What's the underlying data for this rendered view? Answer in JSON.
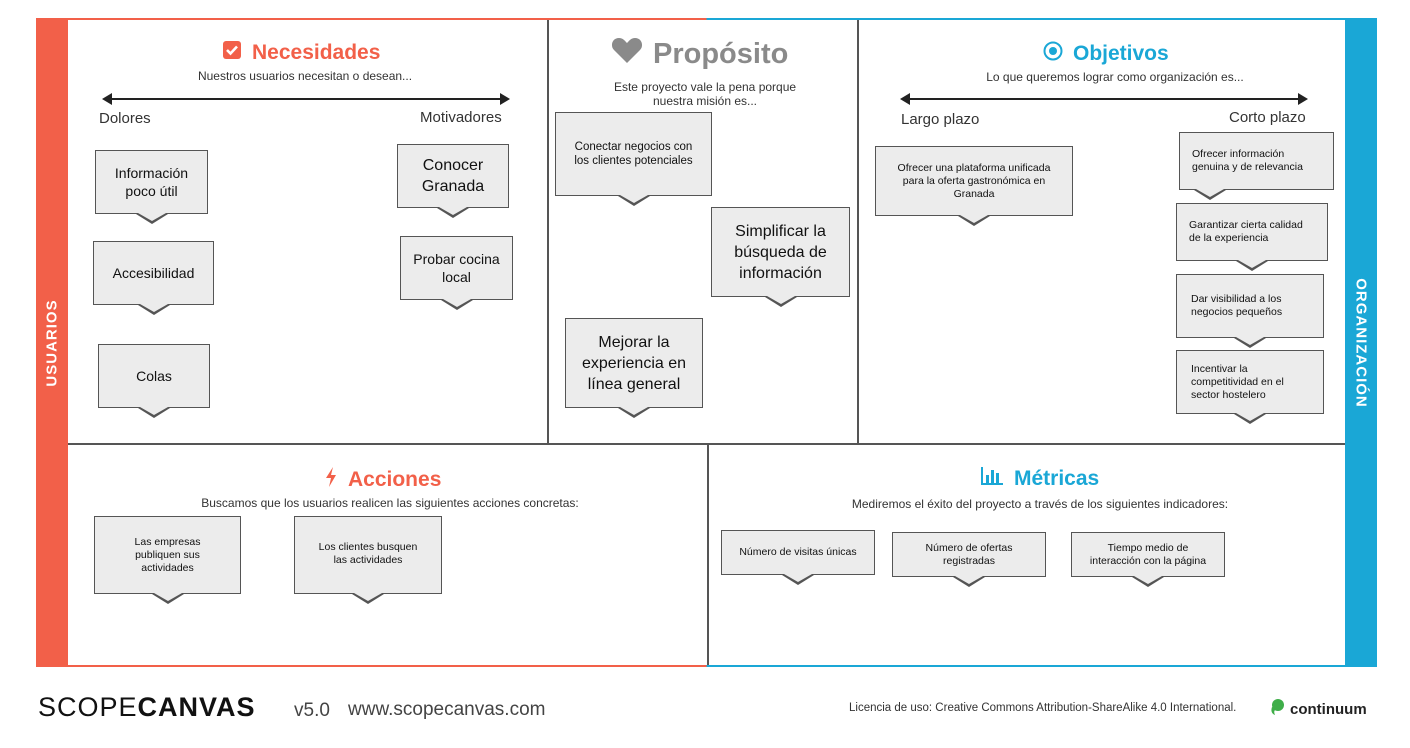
{
  "colors": {
    "usuarios": "#f26049",
    "organizacion": "#1aa7d6",
    "grey_heading": "#8a8a8a"
  },
  "side": {
    "left_label": "USUARIOS",
    "right_label": "ORGANIZACIÓN"
  },
  "necesidades": {
    "icon": "checkbox-icon",
    "title": "Necesidades",
    "subtitle": "Nuestros usuarios necesitan o desean...",
    "left_axis": "Dolores",
    "right_axis": "Motivadores",
    "notes": [
      "Información poco útil",
      "Accesibilidad",
      "Colas",
      "Conocer Granada",
      "Probar cocina local"
    ]
  },
  "proposito": {
    "icon": "heart-icon",
    "title": "Propósito",
    "subtitle_line1": "Este proyecto vale la pena porque",
    "subtitle_line2": "nuestra misión es...",
    "notes": [
      "Conectar negocios con los clientes potenciales",
      "Simplificar la búsqueda de información",
      "Mejorar la experiencia en línea general"
    ]
  },
  "objetivos": {
    "icon": "target-icon",
    "title": "Objetivos",
    "subtitle": "Lo que queremos lograr como organización es...",
    "left_axis": "Largo plazo",
    "right_axis": "Corto plazo",
    "notes": [
      "Ofrecer una plataforma unificada para la oferta gastronómica en Granada",
      "Ofrecer información genuina y de relevancia",
      "Garantizar cierta calidad de la experiencia",
      "Dar visibilidad a los negocios pequeños",
      "Incentivar la competitividad en el sector hostelero"
    ]
  },
  "acciones": {
    "icon": "lightning-icon",
    "title": "Acciones",
    "subtitle": "Buscamos que los usuarios realicen las siguientes acciones concretas:",
    "notes": [
      "Las empresas publiquen sus actividades",
      "Los clientes busquen las actividades"
    ]
  },
  "metricas": {
    "icon": "bar-chart-icon",
    "title": "Métricas",
    "subtitle": "Mediremos el éxito del proyecto a través de los siguientes indicadores:",
    "notes": [
      "Número de visitas únicas",
      "Número de ofertas registradas",
      "Tiempo medio de interacción con la página"
    ]
  },
  "footer": {
    "brand_light": "SCOPE",
    "brand_bold": "CANVAS",
    "version": "v5.0",
    "url": "www.scopecanvas.com",
    "license": "Licencia de uso: Creative Commons Attribution-ShareAlike 4.0 International.",
    "partner": "continuum"
  }
}
